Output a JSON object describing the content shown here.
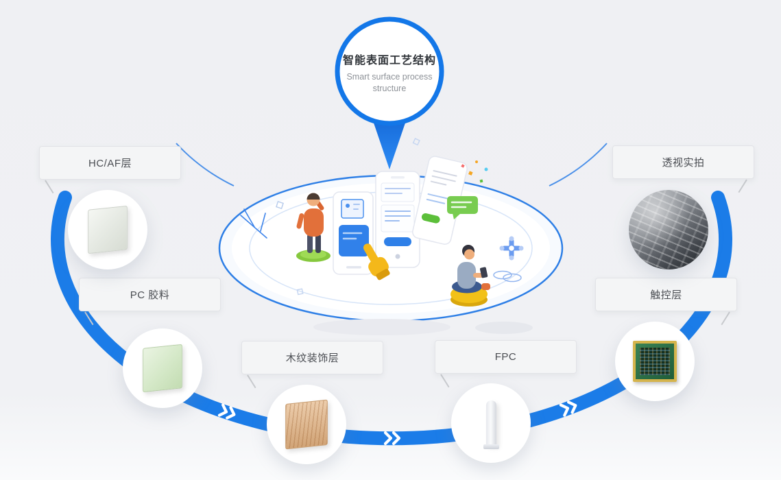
{
  "colors": {
    "accent": "#1377e8",
    "flow_path": "#1b7ce8",
    "background": "#f0f1f4",
    "label_background": "#f4f5f6",
    "label_text": "#4a4d52"
  },
  "hub": {
    "title": "智能表面工艺结构",
    "subtitle": "Smart surface process structure"
  },
  "nodes": [
    {
      "id": "hc-af",
      "label": "HC/AF层",
      "image": "clear-film"
    },
    {
      "id": "pc-glue",
      "label": "PC 胶料",
      "image": "pc-sheet"
    },
    {
      "id": "wood",
      "label": "木纹装饰层",
      "image": "wood-veneer"
    },
    {
      "id": "fpc",
      "label": "FPC",
      "image": "fpc-strip"
    },
    {
      "id": "touch",
      "label": "触控层",
      "image": "cpu-chip"
    },
    {
      "id": "xray",
      "label": "透视实拍",
      "image": "circuit-photo"
    }
  ]
}
